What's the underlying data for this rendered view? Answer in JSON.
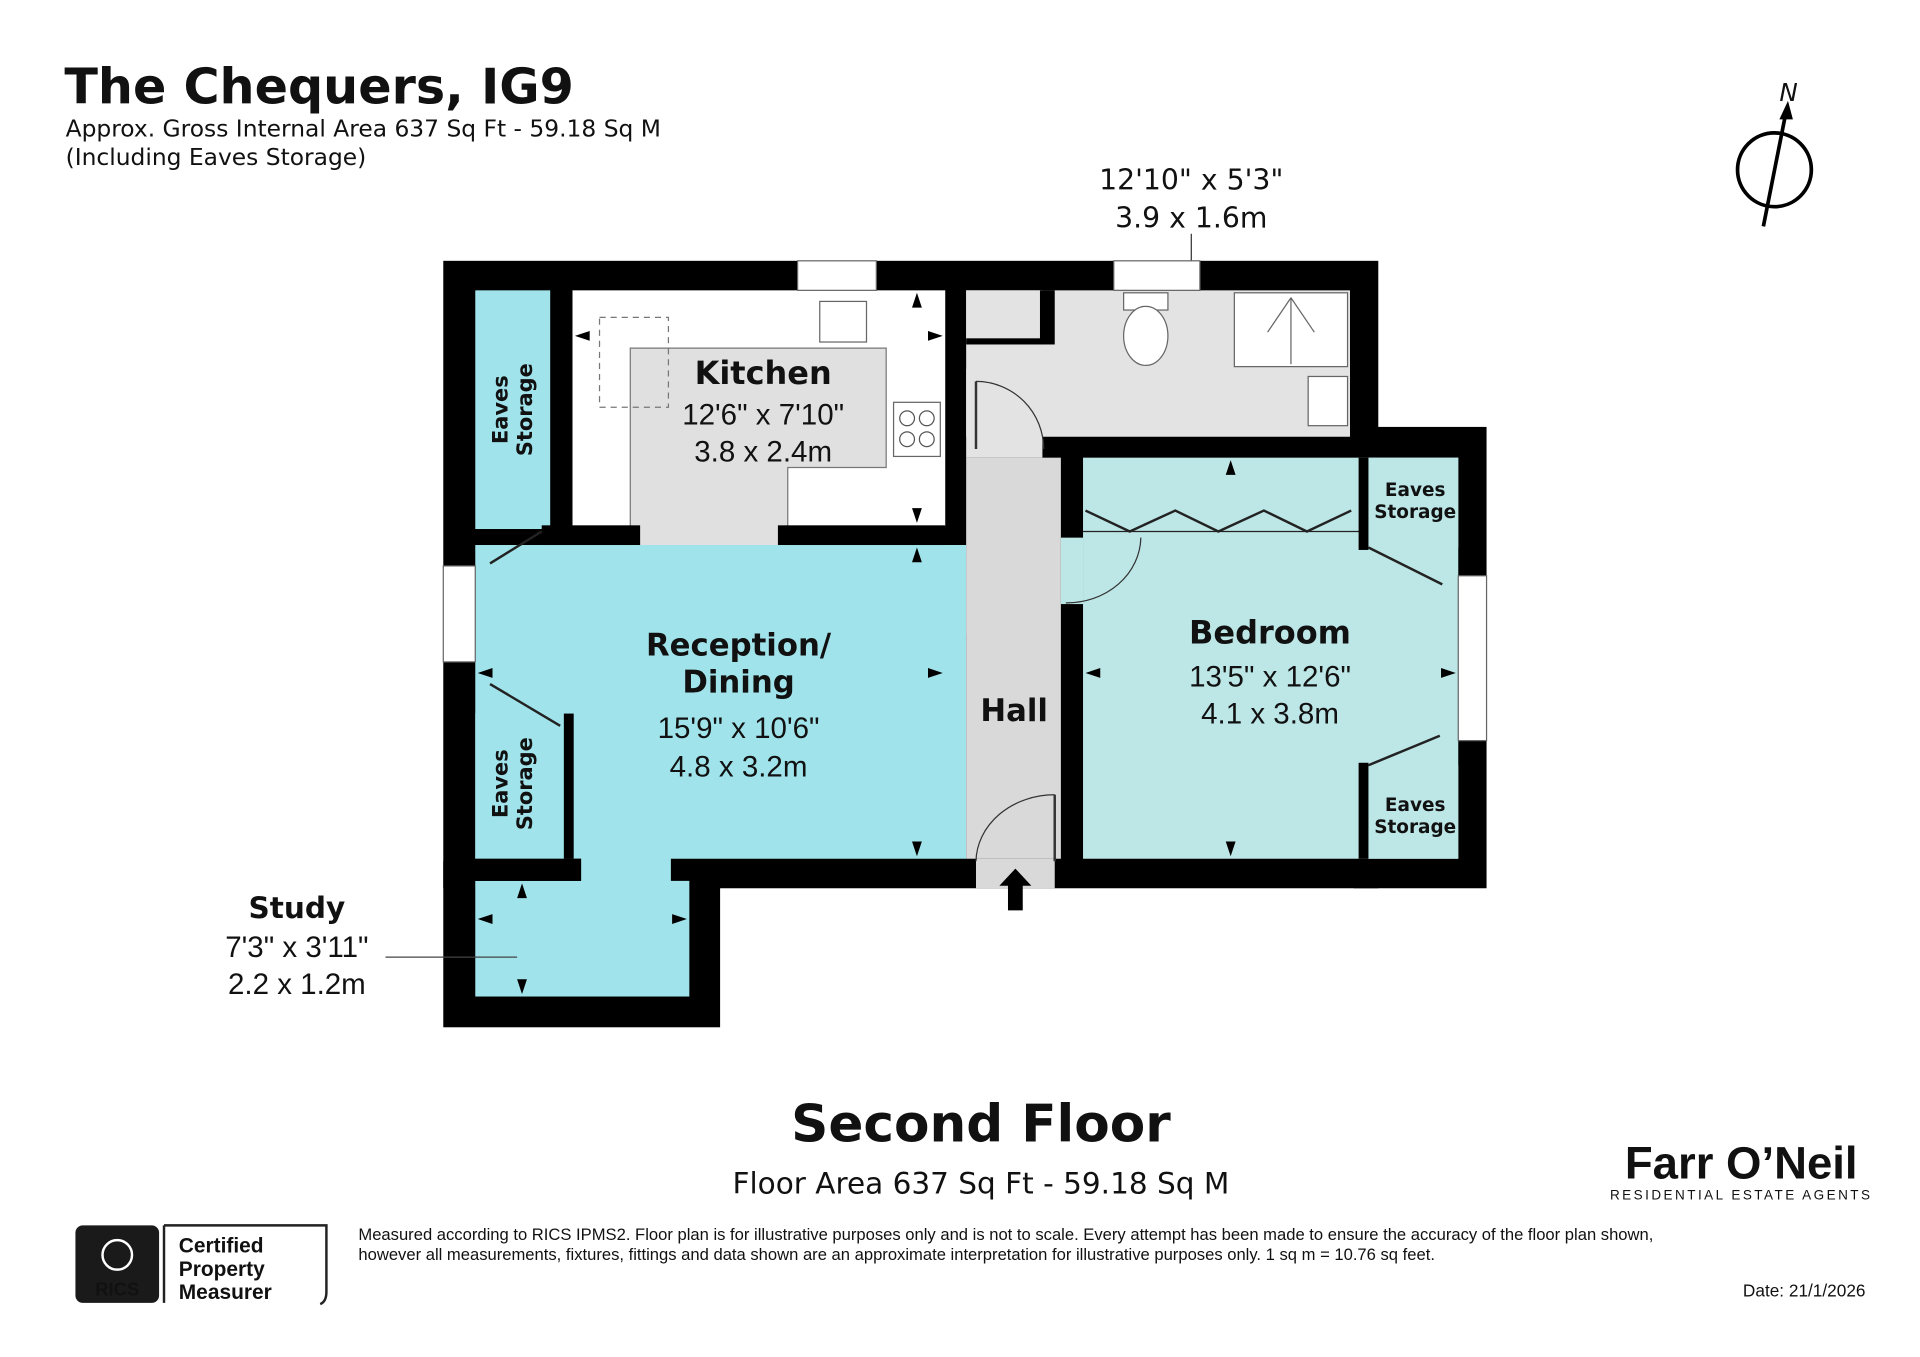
{
  "header": {
    "title": "The Chequers, IG9",
    "area_line": "Approx. Gross Internal Area 637 Sq Ft - 59.18 Sq M",
    "note_line": "(Including Eaves Storage)"
  },
  "compass": {
    "label": "N"
  },
  "rooms": {
    "bathroom": {
      "dim_imperial": "12'10\" x 5'3\"",
      "dim_metric": "3.9 x 1.6m"
    },
    "kitchen": {
      "name": "Kitchen",
      "dim_imperial": "12'6\" x 7'10\"",
      "dim_metric": "3.8 x 2.4m"
    },
    "reception": {
      "name_line1": "Reception/",
      "name_line2": "Dining",
      "dim_imperial": "15'9\" x 10'6\"",
      "dim_metric": "4.8 x 3.2m"
    },
    "hall": {
      "name": "Hall"
    },
    "bedroom": {
      "name": "Bedroom",
      "dim_imperial": "13'5\" x 12'6\"",
      "dim_metric": "4.1 x 3.8m"
    },
    "study": {
      "name": "Study",
      "dim_imperial": "7'3\" x 3'11\"",
      "dim_metric": "2.2 x 1.2m"
    },
    "eaves": {
      "line1": "Eaves",
      "line2": "Storage"
    }
  },
  "colors": {
    "wall": "#000000",
    "reception": "#a0e3ea",
    "bedroom": "#bde6e6",
    "hall": "#d9d9d9",
    "bathroom": "#e3e3e3"
  },
  "footer": {
    "floor_name": "Second Floor",
    "floor_area": "Floor Area 637 Sq Ft - 59.18 Sq M",
    "disclaimer_line1": "Measured according to RICS IPMS2. Floor plan is for illustrative purposes only and is not to scale. Every attempt has been made to ensure the accuracy of the floor plan shown,",
    "disclaimer_line2": "however all measurements, fixtures, fittings and data shown are an approximate interpretation for illustrative purposes only. 1 sq m = 10.76 sq feet.",
    "date": "Date: 21/1/2026"
  },
  "rics_badge": {
    "logo": "RICS",
    "line1": "Certified",
    "line2": "Property",
    "line3": "Measurer"
  },
  "agent_logo": {
    "name": "Farr O’Neil",
    "tagline": "RESIDENTIAL ESTATE AGENTS"
  }
}
